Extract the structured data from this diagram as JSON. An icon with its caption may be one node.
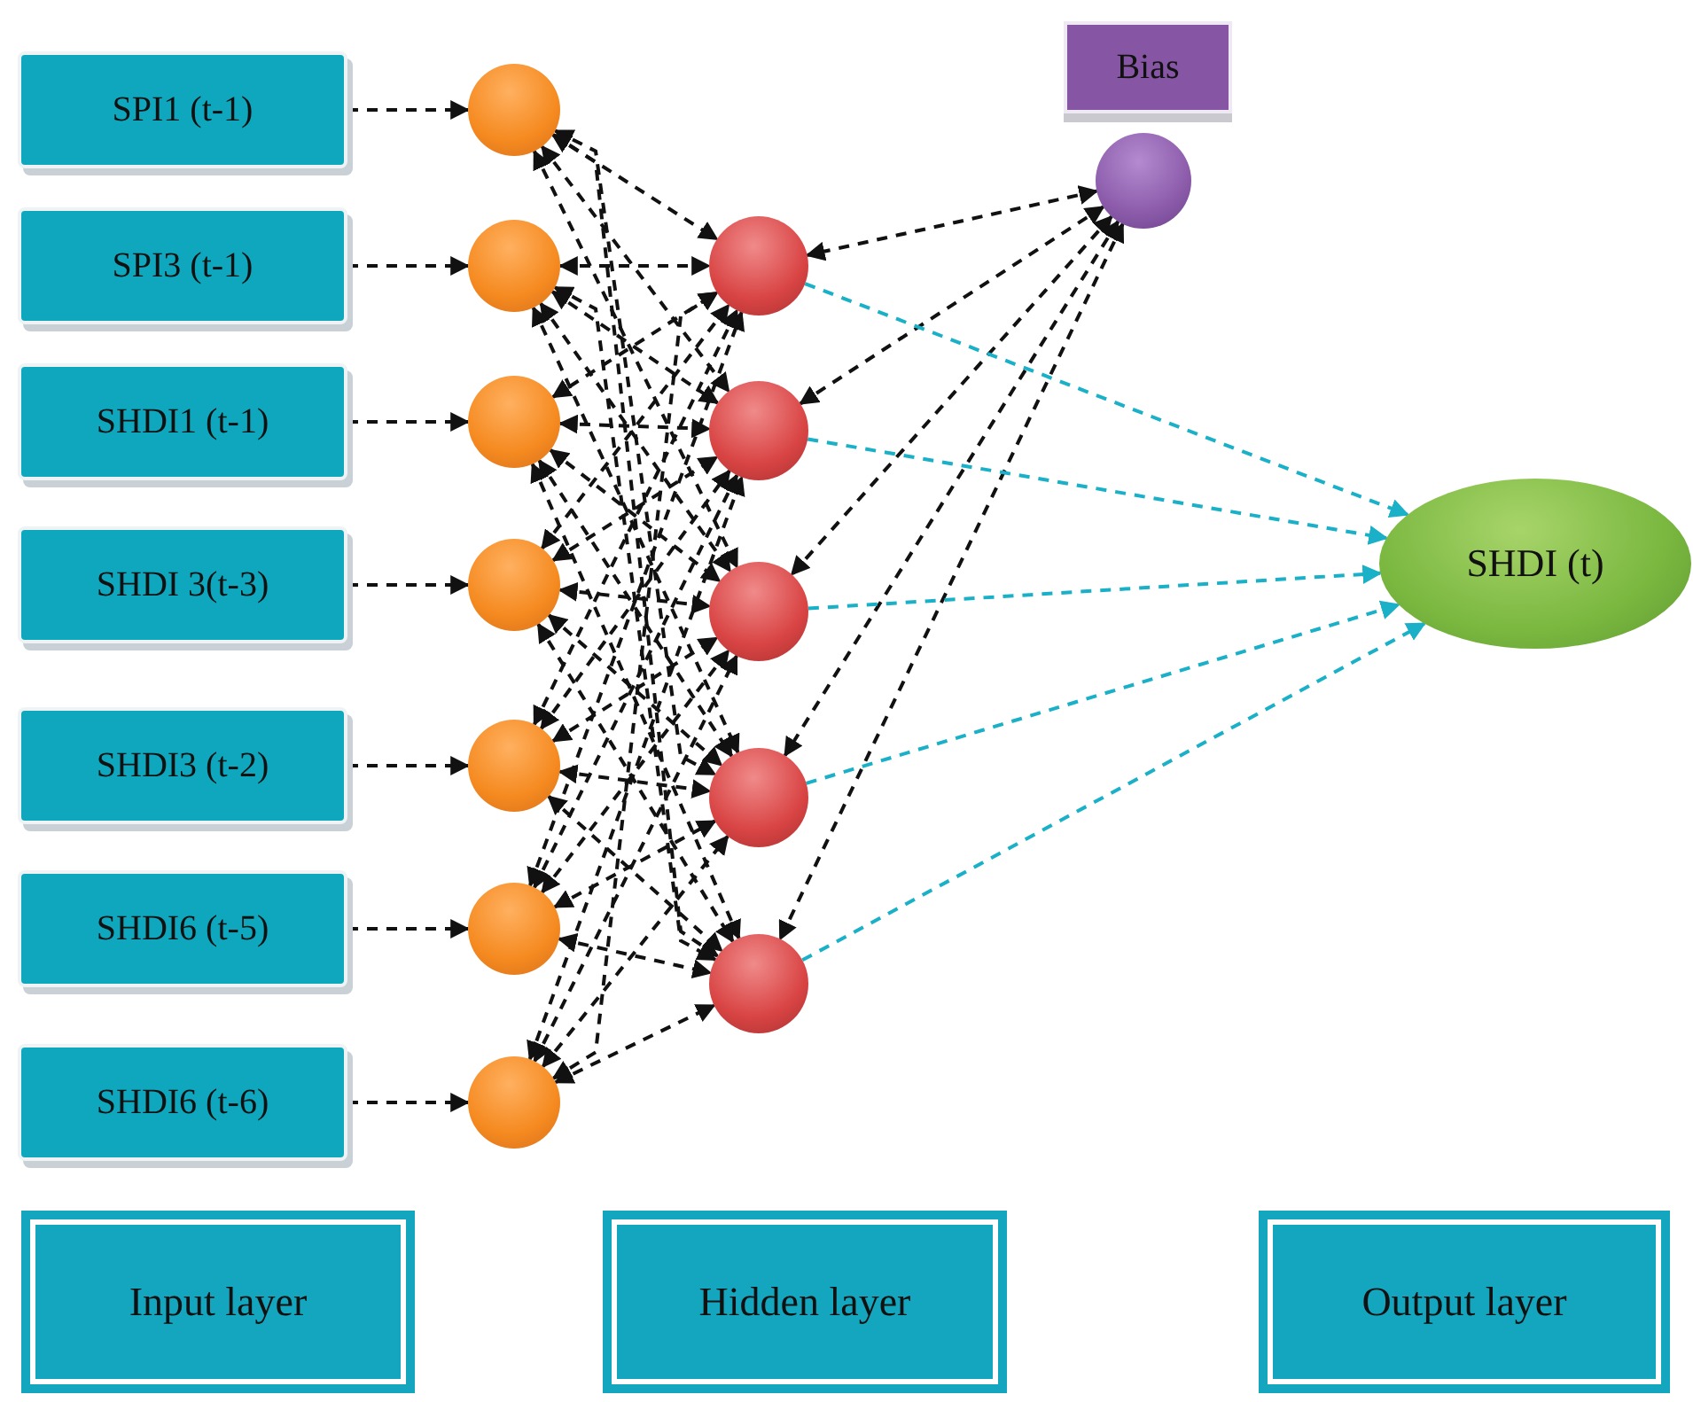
{
  "diagram": {
    "nodes": [
      {
        "text": [
          "SPI1 (t-1)"
        ]
      },
      {
        "text": [
          "SPI3 (t-1)"
        ]
      },
      {
        "text": [
          "SHDI1 (t-1)"
        ]
      },
      {
        "text": [
          "SHDI 3(t-3)"
        ]
      },
      {
        "text": [
          "SHDI3 (t-2)"
        ]
      },
      {
        "text": [
          "SHDI6 (t-5)"
        ]
      },
      {
        "text": [
          "SHDI6 (t-6)"
        ]
      },
      {
        "text": [],
        "shape": "circle"
      },
      {
        "text": [],
        "shape": "circle"
      },
      {
        "text": [],
        "shape": "circle"
      },
      {
        "text": [],
        "shape": "circle"
      },
      {
        "text": [],
        "shape": "circle"
      },
      {
        "text": [],
        "shape": "circle"
      },
      {
        "text": [],
        "shape": "circle"
      },
      {
        "text": [],
        "shape": "circle"
      },
      {
        "text": [],
        "shape": "circle"
      },
      {
        "text": [],
        "shape": "circle"
      },
      {
        "text": [],
        "shape": "circle"
      },
      {
        "text": [],
        "shape": "circle"
      },
      {
        "text": [
          "Bias"
        ]
      },
      {
        "text": [],
        "shape": "circle"
      },
      {
        "text": [
          "SHDI (t)"
        ]
      },
      {
        "text": [
          "Input layer"
        ]
      },
      {
        "text": [
          "Hidden layer"
        ]
      },
      {
        "text": [
          "Output layer"
        ]
      }
    ],
    "edges": [
      {
        "from": 0,
        "to": 7,
        "arrow": "to",
        "style": "dashed"
      },
      {
        "from": 1,
        "to": 8,
        "arrow": "to",
        "style": "dashed"
      },
      {
        "from": 2,
        "to": 9,
        "arrow": "to",
        "style": "dashed"
      },
      {
        "from": 3,
        "to": 10,
        "arrow": "to",
        "style": "dashed"
      },
      {
        "from": 4,
        "to": 11,
        "arrow": "to",
        "style": "dashed"
      },
      {
        "from": 5,
        "to": 12,
        "arrow": "to",
        "style": "dashed"
      },
      {
        "from": 6,
        "to": 13,
        "arrow": "to",
        "style": "dashed"
      },
      {
        "from": 7,
        "to": 14,
        "arrow": "both",
        "style": "dashed"
      },
      {
        "from": 7,
        "to": 15,
        "arrow": "both",
        "style": "dashed"
      },
      {
        "from": 7,
        "to": 16,
        "arrow": "both",
        "style": "dashed"
      },
      {
        "from": 7,
        "to": 17,
        "arrow": "both",
        "style": "dashed"
      },
      {
        "from": 7,
        "to": 18,
        "arrow": "both",
        "style": "dashed"
      },
      {
        "from": 8,
        "to": 14,
        "arrow": "both",
        "style": "dashed"
      },
      {
        "from": 8,
        "to": 15,
        "arrow": "both",
        "style": "dashed"
      },
      {
        "from": 8,
        "to": 16,
        "arrow": "both",
        "style": "dashed"
      },
      {
        "from": 8,
        "to": 17,
        "arrow": "both",
        "style": "dashed"
      },
      {
        "from": 8,
        "to": 18,
        "arrow": "both",
        "style": "dashed"
      },
      {
        "from": 9,
        "to": 14,
        "arrow": "both",
        "style": "dashed"
      },
      {
        "from": 9,
        "to": 15,
        "arrow": "both",
        "style": "dashed"
      },
      {
        "from": 9,
        "to": 16,
        "arrow": "both",
        "style": "dashed"
      },
      {
        "from": 9,
        "to": 17,
        "arrow": "both",
        "style": "dashed"
      },
      {
        "from": 9,
        "to": 18,
        "arrow": "both",
        "style": "dashed"
      },
      {
        "from": 10,
        "to": 14,
        "arrow": "both",
        "style": "dashed"
      },
      {
        "from": 10,
        "to": 15,
        "arrow": "both",
        "style": "dashed"
      },
      {
        "from": 10,
        "to": 16,
        "arrow": "both",
        "style": "dashed"
      },
      {
        "from": 10,
        "to": 17,
        "arrow": "both",
        "style": "dashed"
      },
      {
        "from": 10,
        "to": 18,
        "arrow": "both",
        "style": "dashed"
      },
      {
        "from": 11,
        "to": 14,
        "arrow": "both",
        "style": "dashed"
      },
      {
        "from": 11,
        "to": 15,
        "arrow": "both",
        "style": "dashed"
      },
      {
        "from": 11,
        "to": 16,
        "arrow": "both",
        "style": "dashed"
      },
      {
        "from": 11,
        "to": 17,
        "arrow": "both",
        "style": "dashed"
      },
      {
        "from": 11,
        "to": 18,
        "arrow": "both",
        "style": "dashed"
      },
      {
        "from": 12,
        "to": 14,
        "arrow": "both",
        "style": "dashed"
      },
      {
        "from": 12,
        "to": 15,
        "arrow": "both",
        "style": "dashed"
      },
      {
        "from": 12,
        "to": 16,
        "arrow": "both",
        "style": "dashed"
      },
      {
        "from": 12,
        "to": 17,
        "arrow": "both",
        "style": "dashed"
      },
      {
        "from": 12,
        "to": 18,
        "arrow": "both",
        "style": "dashed"
      },
      {
        "from": 13,
        "to": 14,
        "arrow": "both",
        "style": "dashed"
      },
      {
        "from": 13,
        "to": 15,
        "arrow": "both",
        "style": "dashed"
      },
      {
        "from": 13,
        "to": 16,
        "arrow": "both",
        "style": "dashed"
      },
      {
        "from": 13,
        "to": 17,
        "arrow": "both",
        "style": "dashed"
      },
      {
        "from": 13,
        "to": 18,
        "arrow": "both",
        "style": "dashed"
      },
      {
        "from": 20,
        "to": 14,
        "arrow": "both",
        "style": "dashed"
      },
      {
        "from": 20,
        "to": 15,
        "arrow": "both",
        "style": "dashed"
      },
      {
        "from": 20,
        "to": 16,
        "arrow": "both",
        "style": "dashed"
      },
      {
        "from": 20,
        "to": 17,
        "arrow": "both",
        "style": "dashed"
      },
      {
        "from": 20,
        "to": 18,
        "arrow": "both",
        "style": "dashed"
      },
      {
        "from": 14,
        "to": 21,
        "arrow": "to",
        "style": "dashed",
        "color": "#1ab0c8"
      },
      {
        "from": 15,
        "to": 21,
        "arrow": "to",
        "style": "dashed",
        "color": "#1ab0c8"
      },
      {
        "from": 16,
        "to": 21,
        "arrow": "to",
        "style": "dashed",
        "color": "#1ab0c8"
      },
      {
        "from": 17,
        "to": 21,
        "arrow": "to",
        "style": "dashed",
        "color": "#1ab0c8"
      },
      {
        "from": 18,
        "to": 21,
        "arrow": "to",
        "style": "dashed",
        "color": "#1ab0c8"
      }
    ]
  }
}
